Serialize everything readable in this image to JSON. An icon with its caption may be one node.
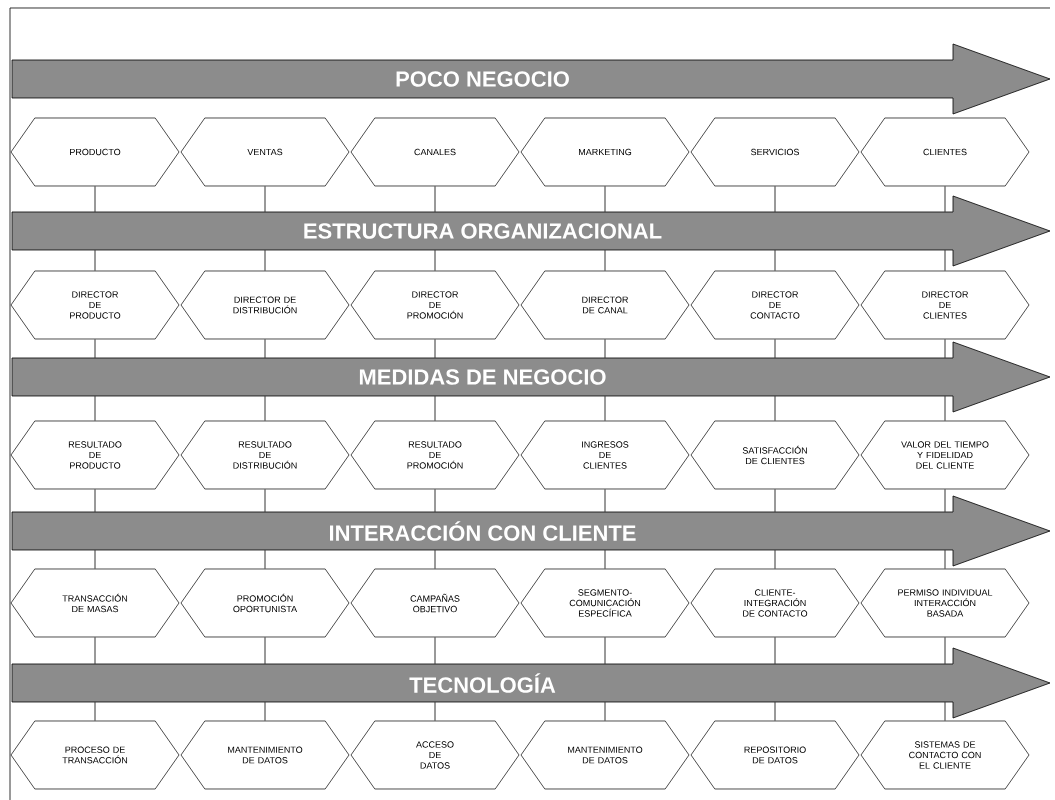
{
  "diagram": {
    "nodes": [
      {
        "text": [
          "POCO NEGOCIO"
        ]
      },
      {
        "text": [
          "PRODUCTO"
        ]
      },
      {
        "text": [
          "VENTAS"
        ]
      },
      {
        "text": [
          "CANALES"
        ]
      },
      {
        "text": [
          "MARKETING"
        ]
      },
      {
        "text": [
          "SERVICIOS"
        ]
      },
      {
        "text": [
          "CLIENTES"
        ]
      },
      {
        "text": [
          "ESTRUCTURA ORGANIZACIONAL"
        ]
      },
      {
        "text": [
          "DIRECTOR DE PRODUCTO"
        ]
      },
      {
        "text": [
          "DIRECTOR DE DISTRIBUCIÓN"
        ]
      },
      {
        "text": [
          "DIRECTOR DE PROMOCIÓN"
        ]
      },
      {
        "text": [
          "DIRECTOR DE CANAL"
        ]
      },
      {
        "text": [
          "DIRECTOR DE CONTACTO"
        ]
      },
      {
        "text": [
          "DIRECTOR DE CLIENTES"
        ]
      },
      {
        "text": [
          "MEDIDAS DE NEGOCIO"
        ]
      },
      {
        "text": [
          "RESULTADO DE PRODUCTO"
        ]
      },
      {
        "text": [
          "RESULTADO DE DISTRIBUCIÓN"
        ]
      },
      {
        "text": [
          "RESULTADO DE PROMOCIÓN"
        ]
      },
      {
        "text": [
          "INGRESOS DE CLIENTES"
        ]
      },
      {
        "text": [
          "SATISFACCIÓN DE CLIENTES"
        ]
      },
      {
        "text": [
          "VALOR DEL TIEMPO Y FIDELIDAD DEL CLIENTE"
        ]
      },
      {
        "text": [
          "INTERACCIÓN CON CLIENTE"
        ]
      },
      {
        "text": [
          "TRANSACCIÓN DE MASAS"
        ]
      },
      {
        "text": [
          "PROMOCIÓN OPORTUNISTA"
        ]
      },
      {
        "text": [
          "CAMPAÑAS OBJETIVO"
        ]
      },
      {
        "text": [
          "SEGMENTO- COMUNICACIÓN ESPECÍFICA"
        ]
      },
      {
        "text": [
          "CLIENTE- INTEGRACIÓN DE CONTACTO"
        ]
      },
      {
        "text": [
          "PERMISO INDIVIDUAL INTERACCIÓN BASADA"
        ]
      },
      {
        "text": [
          "TECNOLOGÍA"
        ]
      },
      {
        "text": [
          "PROCESO DE TRANSACCIÓN"
        ]
      },
      {
        "text": [
          "MANTENIMIENTO DE DATOS"
        ]
      },
      {
        "text": [
          "ACCESO DE DATOS"
        ]
      },
      {
        "text": [
          "MANTENIMIENTO DE DATOS"
        ]
      },
      {
        "text": [
          "REPOSITORIO DE DATOS"
        ]
      },
      {
        "text": [
          "SISTEMAS DE CONTACTO CON EL CLIENTE"
        ]
      }
    ],
    "edges": [
      {
        "from": 1,
        "to": 7,
        "arrow": "none"
      },
      {
        "from": 2,
        "to": 7,
        "arrow": "none"
      },
      {
        "from": 3,
        "to": 7,
        "arrow": "none"
      },
      {
        "from": 4,
        "to": 7,
        "arrow": "none"
      },
      {
        "from": 5,
        "to": 7,
        "arrow": "none"
      },
      {
        "from": 6,
        "to": 7,
        "arrow": "none"
      },
      {
        "from": 7,
        "to": 8,
        "arrow": "none"
      },
      {
        "from": 7,
        "to": 9,
        "arrow": "none"
      },
      {
        "from": 7,
        "to": 10,
        "arrow": "none"
      },
      {
        "from": 7,
        "to": 11,
        "arrow": "none"
      },
      {
        "from": 7,
        "to": 12,
        "arrow": "none"
      },
      {
        "from": 7,
        "to": 13,
        "arrow": "none"
      },
      {
        "from": 8,
        "to": 14,
        "arrow": "none"
      },
      {
        "from": 9,
        "to": 14,
        "arrow": "none"
      },
      {
        "from": 10,
        "to": 14,
        "arrow": "none"
      },
      {
        "from": 11,
        "to": 14,
        "arrow": "none"
      },
      {
        "from": 12,
        "to": 14,
        "arrow": "none"
      },
      {
        "from": 13,
        "to": 14,
        "arrow": "none"
      },
      {
        "from": 14,
        "to": 15,
        "arrow": "none"
      },
      {
        "from": 14,
        "to": 16,
        "arrow": "none"
      },
      {
        "from": 14,
        "to": 17,
        "arrow": "none"
      },
      {
        "from": 14,
        "to": 18,
        "arrow": "none"
      },
      {
        "from": 14,
        "to": 19,
        "arrow": "none"
      },
      {
        "from": 14,
        "to": 20,
        "arrow": "none"
      },
      {
        "from": 15,
        "to": 21,
        "arrow": "none"
      },
      {
        "from": 16,
        "to": 21,
        "arrow": "none"
      },
      {
        "from": 17,
        "to": 21,
        "arrow": "none"
      },
      {
        "from": 18,
        "to": 21,
        "arrow": "none"
      },
      {
        "from": 19,
        "to": 21,
        "arrow": "none"
      },
      {
        "from": 20,
        "to": 21,
        "arrow": "none"
      },
      {
        "from": 21,
        "to": 22,
        "arrow": "none"
      },
      {
        "from": 21,
        "to": 23,
        "arrow": "none"
      },
      {
        "from": 21,
        "to": 24,
        "arrow": "none"
      },
      {
        "from": 21,
        "to": 25,
        "arrow": "none"
      },
      {
        "from": 21,
        "to": 26,
        "arrow": "none"
      },
      {
        "from": 21,
        "to": 27,
        "arrow": "none"
      },
      {
        "from": 22,
        "to": 28,
        "arrow": "none"
      },
      {
        "from": 23,
        "to": 28,
        "arrow": "none"
      },
      {
        "from": 24,
        "to": 28,
        "arrow": "none"
      },
      {
        "from": 25,
        "to": 28,
        "arrow": "none"
      },
      {
        "from": 26,
        "to": 28,
        "arrow": "none"
      },
      {
        "from": 27,
        "to": 28,
        "arrow": "none"
      },
      {
        "from": 28,
        "to": 29,
        "arrow": "none"
      },
      {
        "from": 28,
        "to": 30,
        "arrow": "none"
      },
      {
        "from": 28,
        "to": 31,
        "arrow": "none"
      },
      {
        "from": 28,
        "to": 32,
        "arrow": "none"
      },
      {
        "from": 28,
        "to": 33,
        "arrow": "none"
      },
      {
        "from": 28,
        "to": 34,
        "arrow": "none"
      }
    ]
  }
}
